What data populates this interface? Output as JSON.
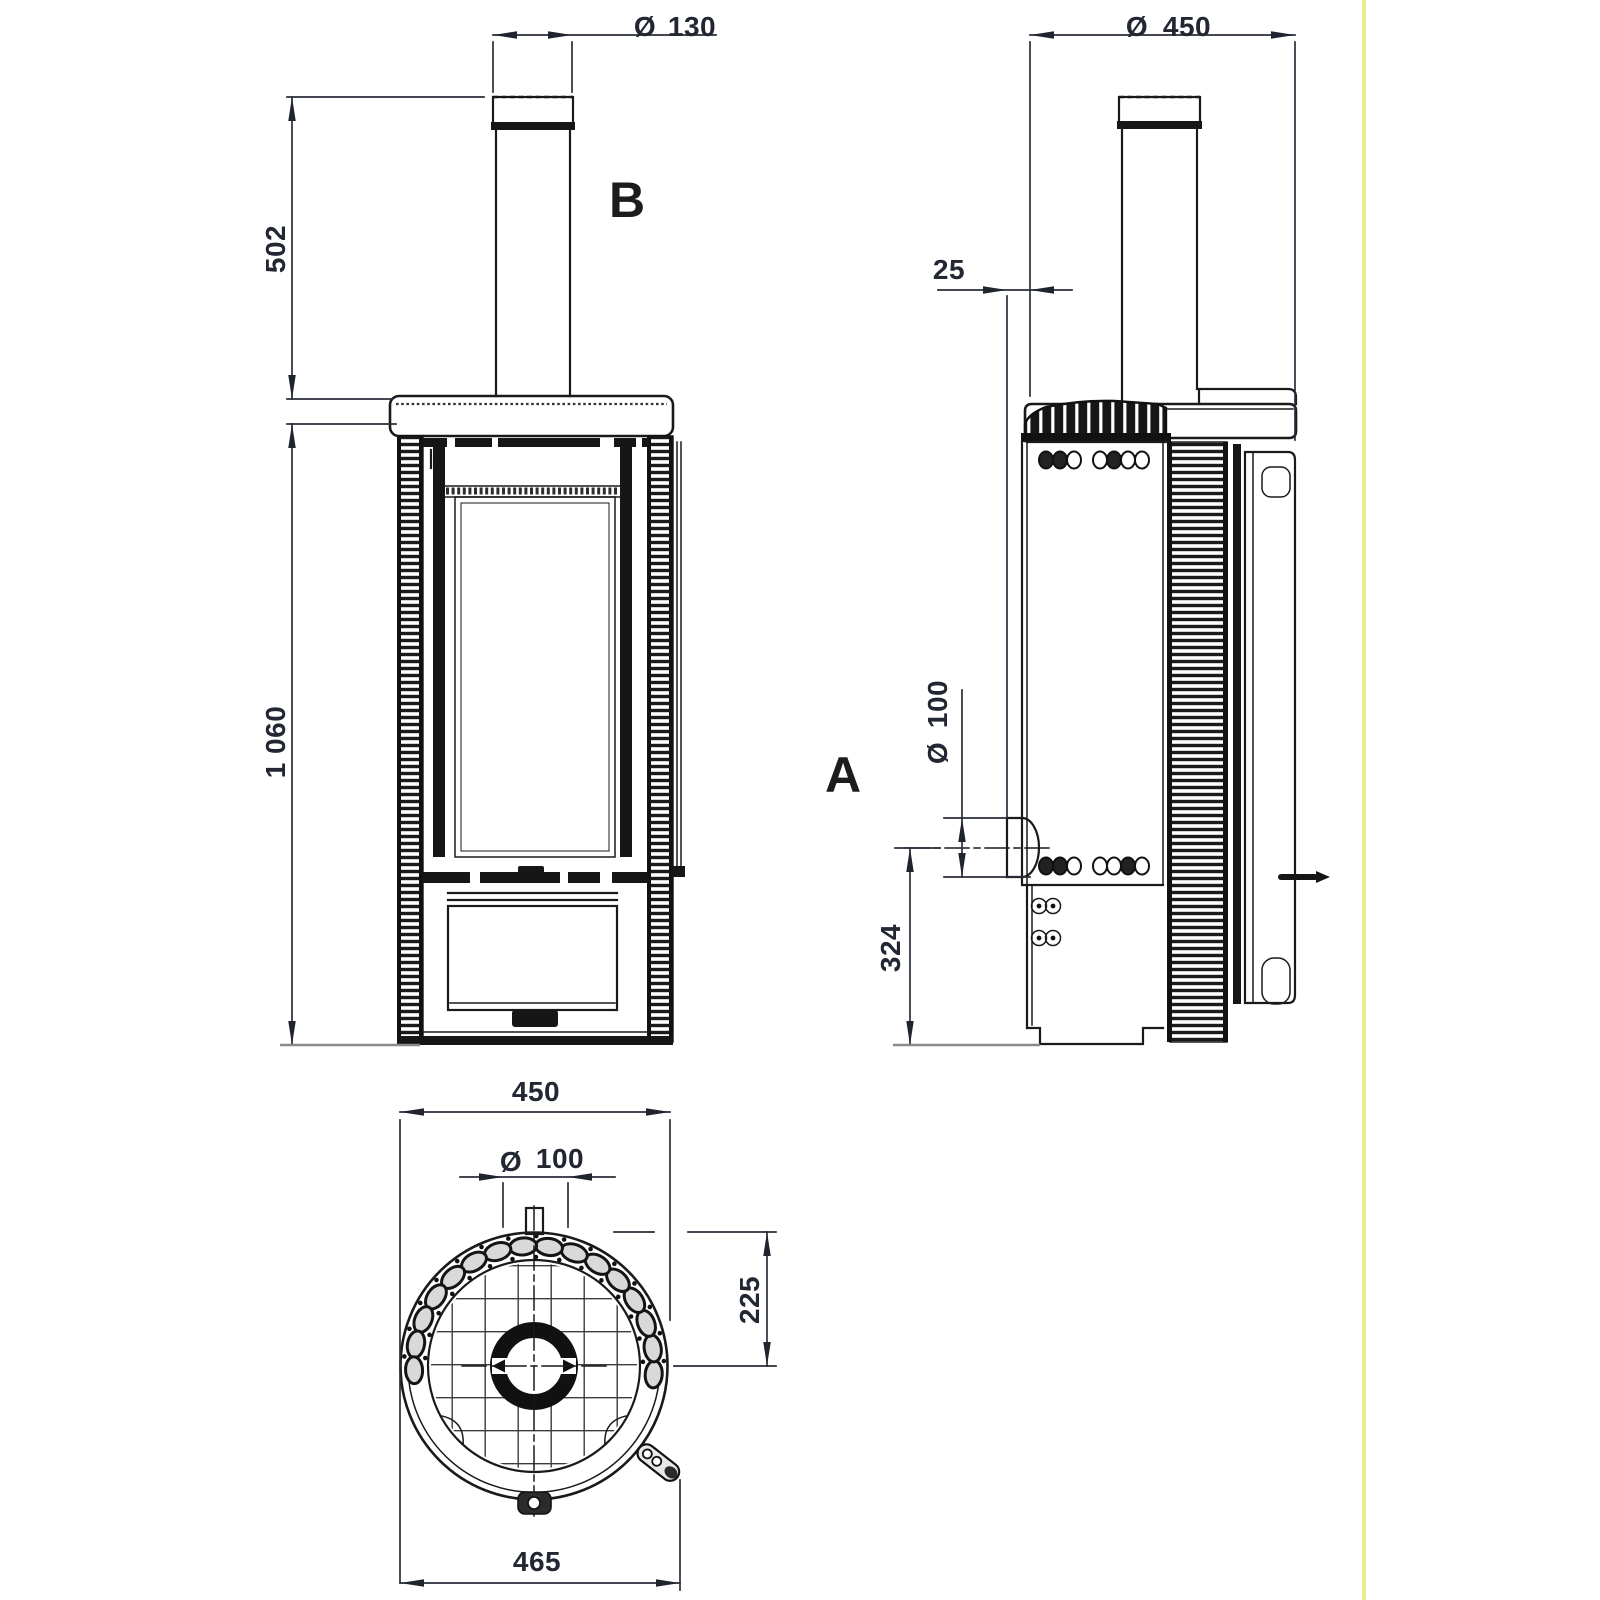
{
  "page": {
    "background": "#ffffff",
    "edge_strip_color": "#efec8e"
  },
  "drawing": {
    "type": "technical-dimension-drawing",
    "subject": "freestanding stove, three orthographic views",
    "line_color": "#1a1a1a",
    "dim_text_color": "#232733",
    "views": {
      "front": {
        "label": "B",
        "dimensions": {
          "flue_diameter": {
            "symbol": "Ø",
            "value": "130"
          },
          "flue_height": "502",
          "body_height": "1 060"
        }
      },
      "side": {
        "label": "A",
        "dimensions": {
          "diameter": {
            "symbol": "Ø",
            "value": "450"
          },
          "rear_offset": "25",
          "rear_outlet_diameter": {
            "symbol": "Ø",
            "value": "100"
          },
          "rear_outlet_height": "324"
        }
      },
      "top": {
        "dimensions": {
          "width": "450",
          "top_outlet_diameter": {
            "symbol": "Ø",
            "value": "100"
          },
          "center_distance": "225",
          "overall_width": "465"
        }
      }
    }
  }
}
